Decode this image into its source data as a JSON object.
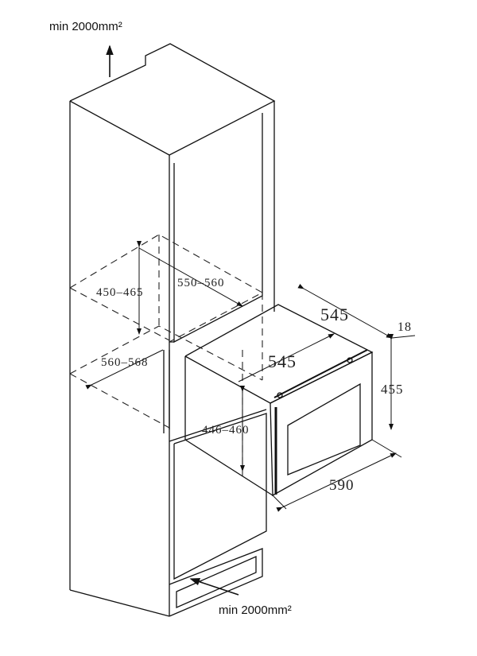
{
  "ventilation": {
    "top_label": "min 2000mm²",
    "bottom_label": "min 2000mm²"
  },
  "niche_dimensions": {
    "height": "450–465",
    "depth": "550–560",
    "width": "560–568",
    "opening_height": "446–460"
  },
  "appliance_dimensions": {
    "depth_outer": "545",
    "depth_inner": "545",
    "front_thickness": "18",
    "height": "455",
    "width": "590"
  }
}
